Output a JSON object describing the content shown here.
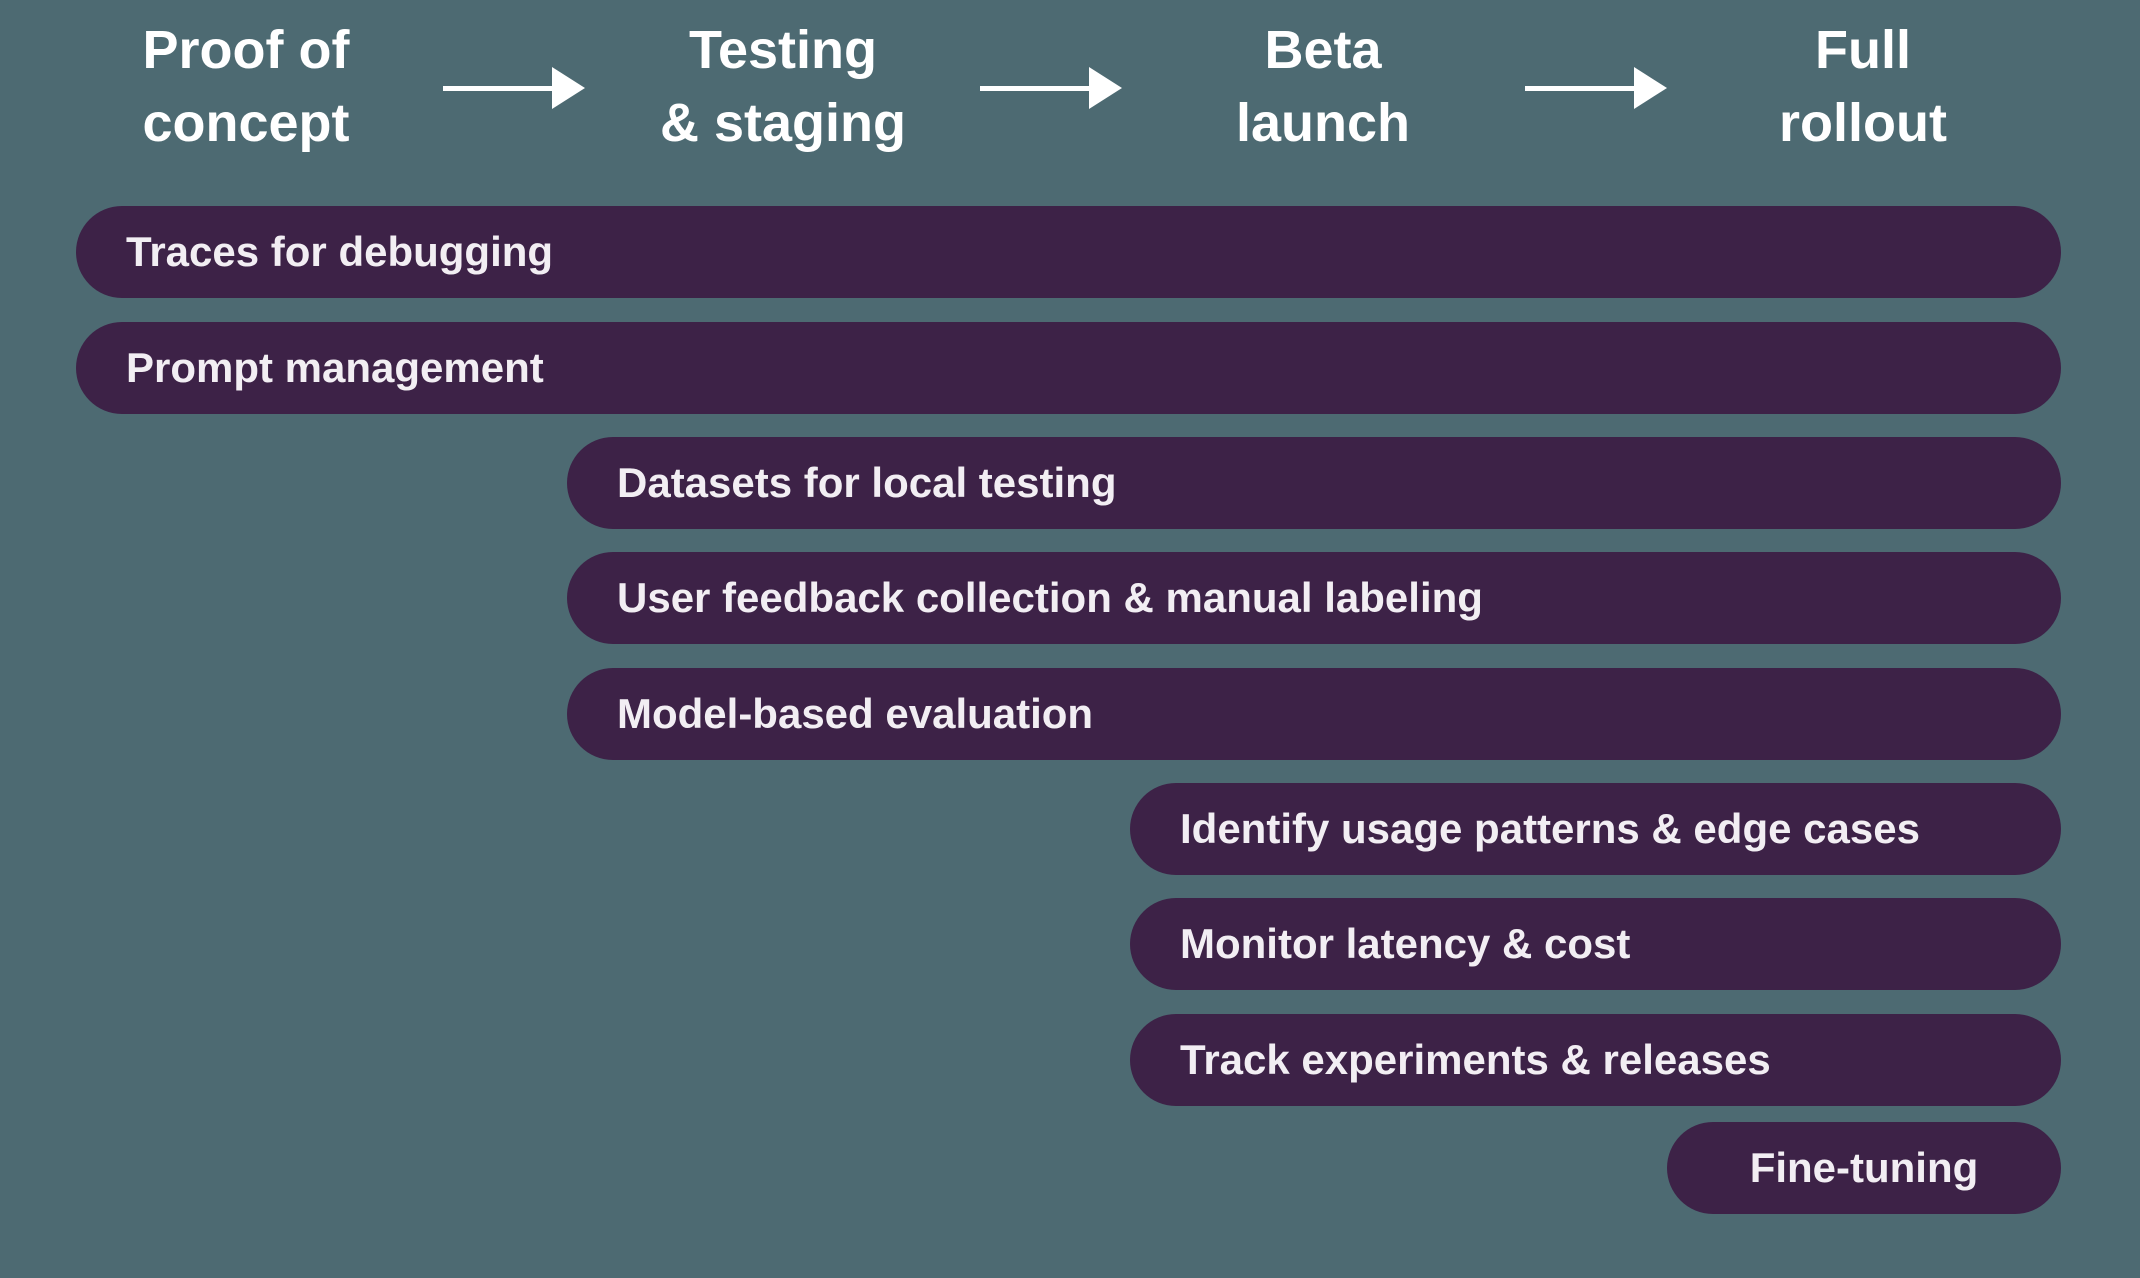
{
  "colors": {
    "background": "#4d6a72",
    "bar": "#3d2247",
    "header_text": "#ffffff",
    "bar_text": "#f2eef3",
    "arrow": "#ffffff"
  },
  "stages": [
    {
      "id": "proof-of-concept",
      "line1": "Proof of",
      "line2": "concept"
    },
    {
      "id": "testing-staging",
      "line1": "Testing",
      "line2": "& staging"
    },
    {
      "id": "beta-launch",
      "line1": "Beta",
      "line2": "launch"
    },
    {
      "id": "full-rollout",
      "line1": "Full",
      "line2": "rollout"
    }
  ],
  "bars": [
    {
      "label": "Traces for debugging",
      "start_stage": "Proof of concept",
      "end_stage": "Full rollout"
    },
    {
      "label": "Prompt management",
      "start_stage": "Proof of concept",
      "end_stage": "Full rollout"
    },
    {
      "label": "Datasets for local testing",
      "start_stage": "Testing & staging",
      "end_stage": "Full rollout"
    },
    {
      "label": "User feedback collection & manual labeling",
      "start_stage": "Testing & staging",
      "end_stage": "Full rollout"
    },
    {
      "label": "Model-based evaluation",
      "start_stage": "Testing & staging",
      "end_stage": "Full rollout"
    },
    {
      "label": "Identify usage patterns & edge cases",
      "start_stage": "Beta launch",
      "end_stage": "Full rollout"
    },
    {
      "label": "Monitor latency & cost",
      "start_stage": "Beta launch",
      "end_stage": "Full rollout"
    },
    {
      "label": "Track experiments & releases",
      "start_stage": "Beta launch",
      "end_stage": "Full rollout"
    },
    {
      "label": "Fine-tuning",
      "start_stage": "Full rollout",
      "end_stage": "Full rollout"
    }
  ]
}
